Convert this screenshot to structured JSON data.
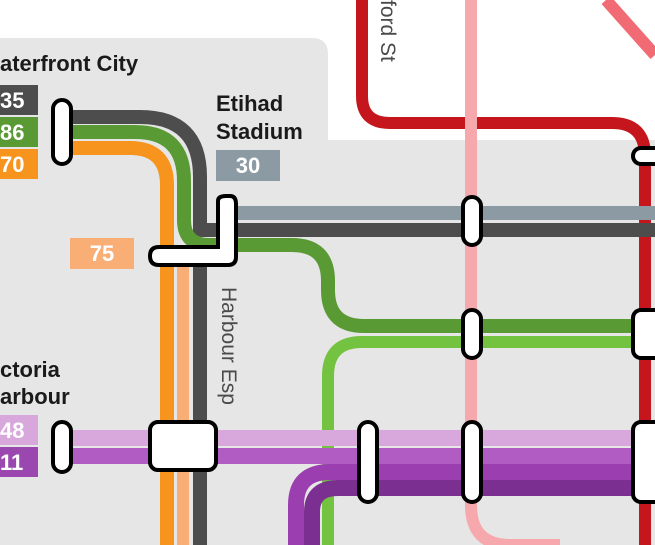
{
  "stations": {
    "waterfront_city": {
      "name": "aterfront City",
      "routes": [
        "35",
        "86",
        "70"
      ]
    },
    "etihad_stadium": {
      "name_line1": "Etihad",
      "name_line2": "Stadium",
      "route": "30"
    },
    "victoria_harbour": {
      "name_line1": "ctoria",
      "name_line2": "arbour",
      "routes": [
        "48",
        "11"
      ]
    }
  },
  "route_badges": {
    "route_75": "75"
  },
  "streets": {
    "harbour_esp": "Harbour Esp",
    "rford_st": "ford St"
  },
  "colors": {
    "background": "#e6e6e6",
    "route_35": "#4d4d4d",
    "route_86": "#5a9a35",
    "route_70": "#f7941d",
    "route_30": "#8b9aa3",
    "route_75": "#f8ae74",
    "route_48": "#d8a8dc",
    "route_11": "#9a48b0",
    "route_96": "#73c240",
    "route_pink": "#f6a8ad",
    "route_red": "#c4161c",
    "route_purple_dark": "#7b2f90"
  }
}
